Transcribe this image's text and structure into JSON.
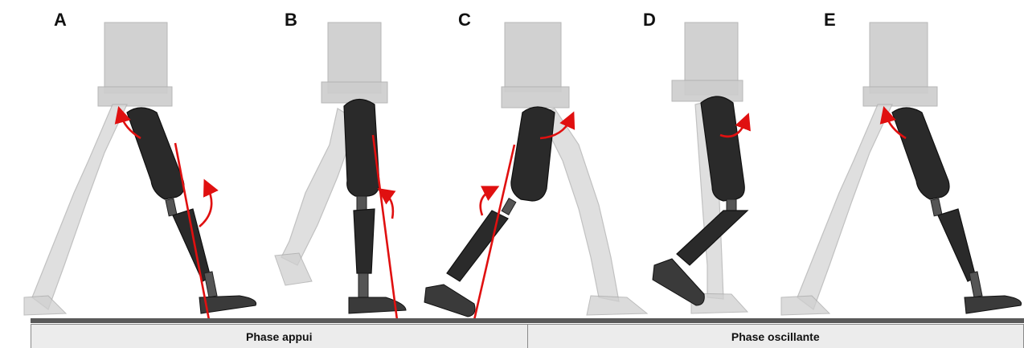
{
  "panels": [
    {
      "id": "A",
      "label": "A"
    },
    {
      "id": "B",
      "label": "B"
    },
    {
      "id": "C",
      "label": "C"
    },
    {
      "id": "D",
      "label": "D"
    },
    {
      "id": "E",
      "label": "E"
    }
  ],
  "phases": [
    {
      "label": "Phase appui"
    },
    {
      "label": "Phase oscillante"
    }
  ],
  "colors": {
    "force_vector": "#e01010",
    "prosthesis": "#2a2a2a",
    "skeleton": "#d8d8d8",
    "ground": "#5a5a5a",
    "table_bg": "#ececec"
  }
}
